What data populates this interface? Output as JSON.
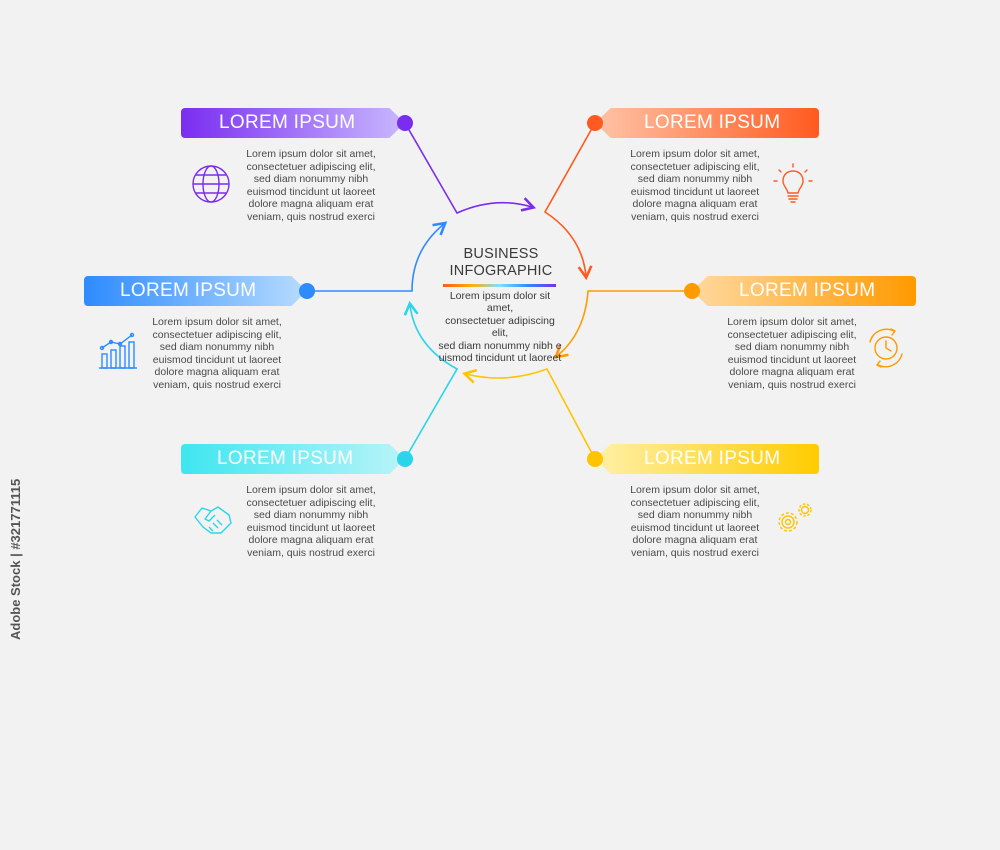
{
  "center": {
    "title_line1": "BUSINESS",
    "title_line2": "INFOGRAPHIC",
    "text_lines": [
      "Lorem ipsum dolor sit amet,",
      "consectetuer adipiscing elit,",
      "sed diam nonummy nibh e",
      "uismod tincidunt ut laoreet"
    ]
  },
  "items": [
    {
      "label": "LOREM IPSUM",
      "color_from": "#7a2df0",
      "color_to": "#c9b8ff",
      "accent": "#7a2df0",
      "icon": "globe-icon",
      "lines": [
        "Lorem ipsum dolor sit amet,",
        "consectetuer adipiscing elit,",
        "sed diam nonummy nibh",
        "euismod tincidunt ut laoreet",
        "dolore magna aliquam erat",
        "veniam, quis nostrud exerci"
      ]
    },
    {
      "label": "LOREM IPSUM",
      "color_from": "#2e8bff",
      "color_to": "#b7dcff",
      "accent": "#2e8bff",
      "icon": "bar-chart-icon",
      "lines": [
        "Lorem ipsum dolor sit amet,",
        "consectetuer adipiscing elit,",
        "sed diam nonummy nibh",
        "euismod tincidunt ut laoreet",
        "dolore magna aliquam erat",
        "veniam, quis nostrud exerci"
      ]
    },
    {
      "label": "LOREM IPSUM",
      "color_from": "#3ee6f0",
      "color_to": "#b9f4f8",
      "accent": "#2ad4ea",
      "icon": "handshake-icon",
      "lines": [
        "Lorem ipsum dolor sit amet,",
        "consectetuer adipiscing elit,",
        "sed diam nonummy nibh",
        "euismod tincidunt ut laoreet",
        "dolore magna aliquam erat",
        "veniam, quis nostrud exerci"
      ]
    },
    {
      "label": "LOREM IPSUM",
      "color_from": "#ff5a1f",
      "color_to": "#ffc4a8",
      "accent": "#ff5a1f",
      "icon": "lightbulb-icon",
      "lines": [
        "Lorem ipsum dolor sit amet,",
        "consectetuer adipiscing elit,",
        "sed diam nonummy nibh",
        "euismod tincidunt ut laoreet",
        "dolore magna aliquam erat",
        "veniam, quis nostrud exerci"
      ]
    },
    {
      "label": "LOREM IPSUM",
      "color_from": "#ff9a00",
      "color_to": "#ffd9a0",
      "accent": "#ff9a00",
      "icon": "clock-cycle-icon",
      "lines": [
        "Lorem ipsum dolor sit amet,",
        "consectetuer adipiscing elit,",
        "sed diam nonummy nibh",
        "euismod tincidunt ut laoreet",
        "dolore magna aliquam erat",
        "veniam, quis nostrud exerci"
      ]
    },
    {
      "label": "LOREM IPSUM",
      "color_from": "#ffcc00",
      "color_to": "#fff0a8",
      "accent": "#ffc400",
      "icon": "gears-icon",
      "lines": [
        "Lorem ipsum dolor sit amet,",
        "consectetuer adipiscing elit,",
        "sed diam nonummy nibh",
        "euismod tincidunt ut laoreet",
        "dolore magna aliquam erat",
        "veniam, quis nostrud exerci"
      ]
    }
  ],
  "watermark": "Adobe Stock | #321771115"
}
